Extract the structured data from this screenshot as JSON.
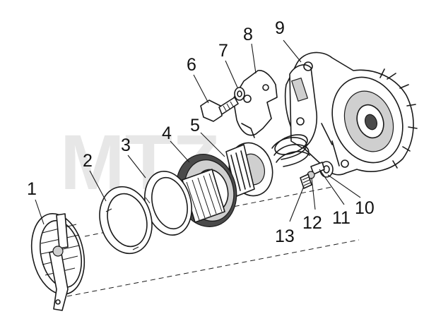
{
  "watermark": "MTZ",
  "callouts": [
    {
      "id": "1",
      "label": "1"
    },
    {
      "id": "2",
      "label": "2"
    },
    {
      "id": "3",
      "label": "3"
    },
    {
      "id": "4",
      "label": "4"
    },
    {
      "id": "5",
      "label": "5"
    },
    {
      "id": "6",
      "label": "6"
    },
    {
      "id": "7",
      "label": "7"
    },
    {
      "id": "8",
      "label": "8"
    },
    {
      "id": "9",
      "label": "9"
    },
    {
      "id": "10",
      "label": "10"
    },
    {
      "id": "11",
      "label": "11"
    },
    {
      "id": "12",
      "label": "12"
    },
    {
      "id": "13",
      "label": "13"
    }
  ],
  "colors": {
    "ink": "#1a1a1a",
    "paper": "#ffffff",
    "watermark": "#e7e7e7"
  }
}
